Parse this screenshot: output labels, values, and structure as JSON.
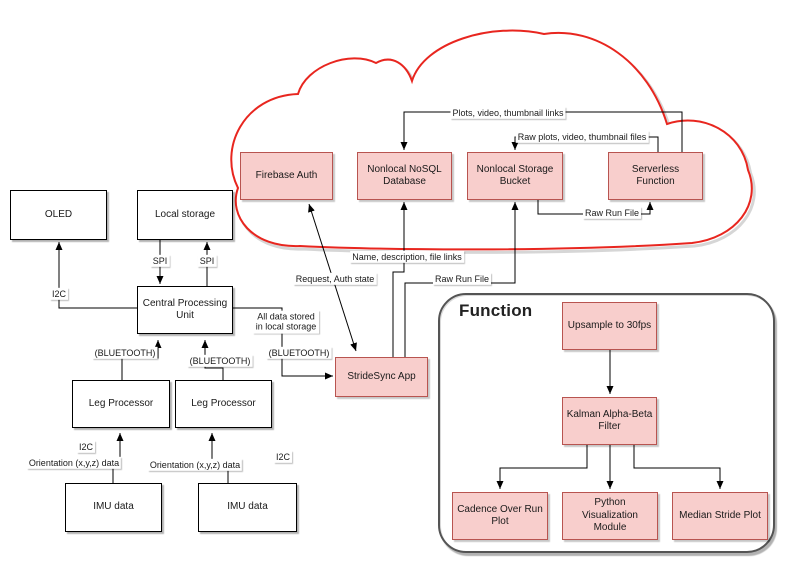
{
  "colors": {
    "node_pink_fill": "#f8cecc",
    "node_pink_border": "#b85450",
    "node_white_fill": "#ffffff",
    "node_white_border": "#000000",
    "cloud_stroke": "#e8261f",
    "function_container_border": "#545454"
  },
  "container": {
    "function_title": "Function"
  },
  "nodes": {
    "oled": "OLED",
    "local_storage": "Local storage",
    "cpu": "Central Processing Unit",
    "leg_processor_1": "Leg Processor",
    "leg_processor_2": "Leg Processor",
    "imu_1": "IMU data",
    "imu_2": "IMU data",
    "stridesync": "StrideSync App",
    "firebase": "Firebase Auth",
    "nosql": "Nonlocal NoSQL Database",
    "bucket": "Nonlocal Storage Bucket",
    "serverless": "Serverless Function",
    "upsample": "Upsample to 30fps",
    "kalman": "Kalman Alpha-Beta Filter",
    "cadence": "Cadence Over Run Plot",
    "pyviz": "Python Visualization Module",
    "median": "Median Stride Plot"
  },
  "edge_labels": {
    "plots_links": "Plots, video, thumbnail links",
    "raw_files": "Raw plots, video, thumbnail files",
    "raw_run_file_cloud": "Raw Run File",
    "raw_run_file_app": "Raw Run File",
    "name_desc": "Name, description, file links",
    "request_auth": "Request, Auth state",
    "all_data": "All data stored in local storage",
    "bluetooth_1": "(BLUETOOTH)",
    "bluetooth_2": "(BLUETOOTH)",
    "bluetooth_3": "(BLUETOOTH)",
    "spi_1": "SPI",
    "spi_2": "SPI",
    "i2c_oled": "I2C",
    "i2c_leg_left": "I2C",
    "i2c_leg_right": "I2C",
    "orientation_1": "Orientation (x,y,z) data",
    "orientation_2": "Orientation (x,y,z) data"
  }
}
